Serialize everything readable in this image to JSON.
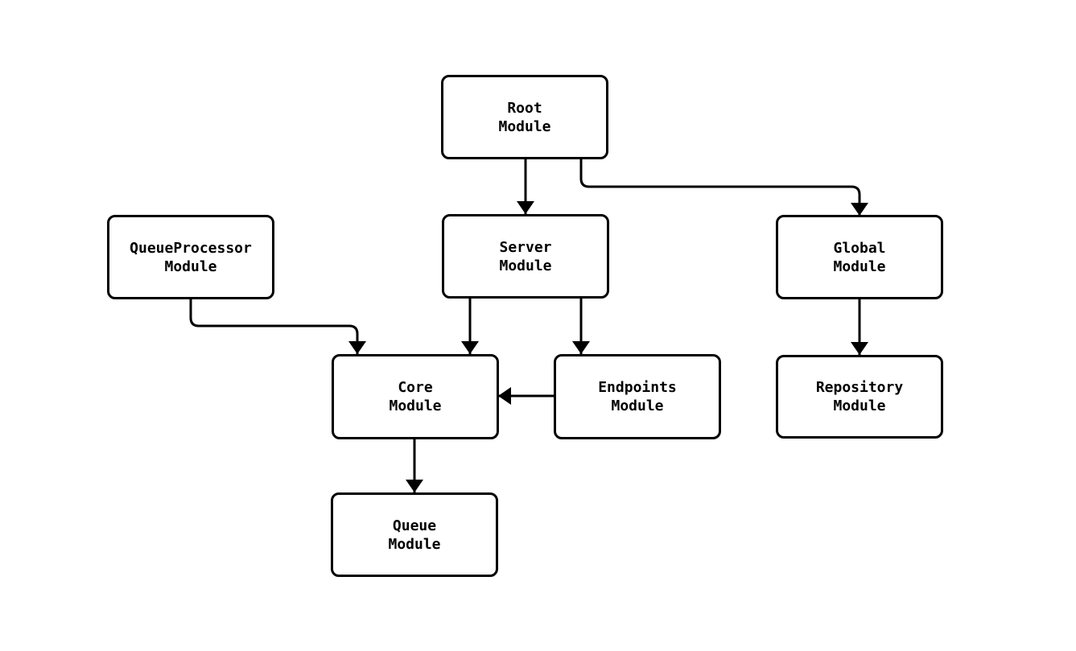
{
  "diagram": {
    "type": "flowchart",
    "background_color": "#ffffff",
    "stroke_color": "#000000",
    "node_fill_color": "#ffffff",
    "text_color": "#000000",
    "nodes": [
      {
        "id": "root",
        "line1": "Root",
        "line2": "Module"
      },
      {
        "id": "queueprocessor",
        "line1": "QueueProcessor",
        "line2": "Module"
      },
      {
        "id": "server",
        "line1": "Server",
        "line2": "Module"
      },
      {
        "id": "global",
        "line1": "Global",
        "line2": "Module"
      },
      {
        "id": "core",
        "line1": "Core",
        "line2": "Module"
      },
      {
        "id": "endpoints",
        "line1": "Endpoints",
        "line2": "Module"
      },
      {
        "id": "repository",
        "line1": "Repository",
        "line2": "Module"
      },
      {
        "id": "queue",
        "line1": "Queue",
        "line2": "Module"
      }
    ],
    "edges": [
      {
        "from": "root",
        "to": "server"
      },
      {
        "from": "root",
        "to": "global"
      },
      {
        "from": "queueprocessor",
        "to": "core"
      },
      {
        "from": "server",
        "to": "core"
      },
      {
        "from": "server",
        "to": "endpoints"
      },
      {
        "from": "endpoints",
        "to": "core"
      },
      {
        "from": "global",
        "to": "repository"
      },
      {
        "from": "core",
        "to": "queue"
      }
    ]
  }
}
